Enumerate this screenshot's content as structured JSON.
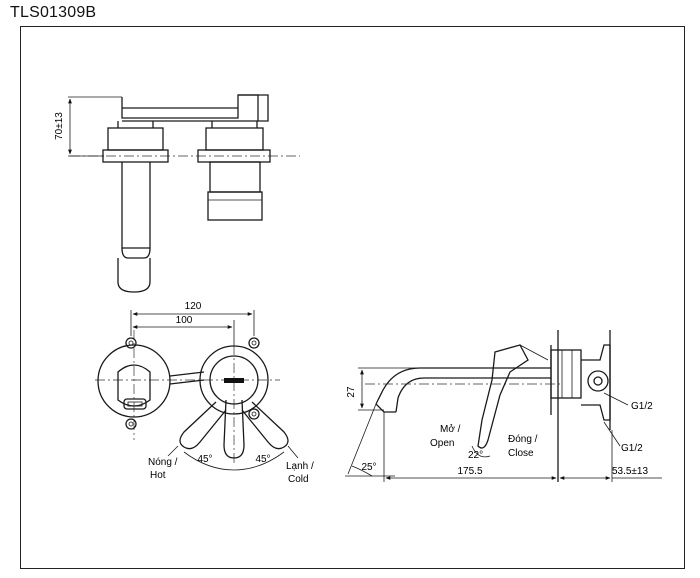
{
  "title": "TLS01309B",
  "side_view": {
    "height_dim": "70±13"
  },
  "front_view": {
    "dim_outer": "120",
    "dim_inner": "100",
    "hot_label_line1": "Nóng /",
    "hot_label_line2": "Hot",
    "cold_label_line1": "Lạnh /",
    "cold_label_line2": "Cold",
    "angle_left": "45°",
    "angle_right": "45°"
  },
  "profile_view": {
    "dim_height": "27",
    "angle_spout": "25°",
    "open_line1": "Mở /",
    "open_line2": "Open",
    "angle_open": "22°",
    "close_line1": "Đóng /",
    "close_line2": "Close",
    "dim_length": "175.5",
    "dim_wall": "53.5±13",
    "thread_upper": "G1/2",
    "thread_lower": "G1/2"
  }
}
